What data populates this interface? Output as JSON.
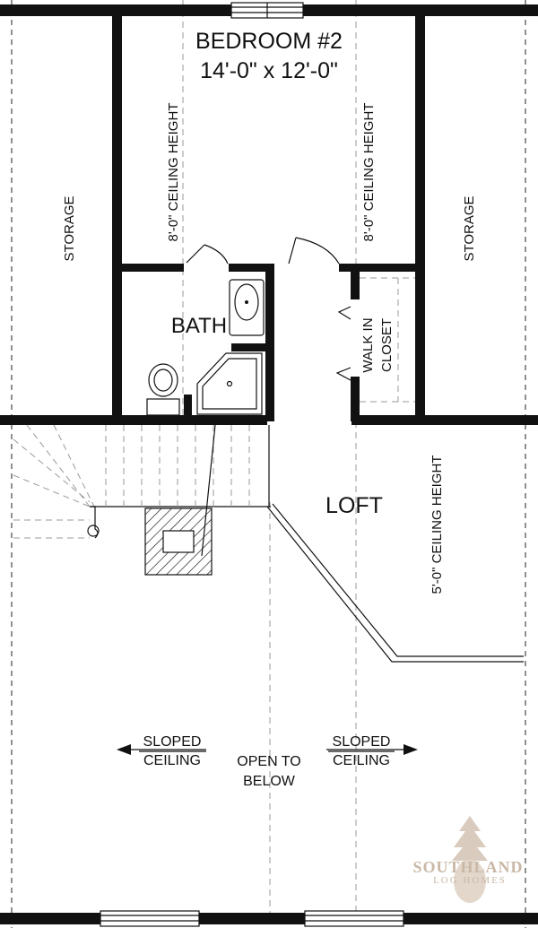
{
  "rooms": {
    "bedroom": {
      "name": "BEDROOM #2",
      "dimensions": "14'-0\" x 12'-0\""
    },
    "bath": "BATH",
    "loft": "LOFT",
    "storage_left": "STORAGE",
    "storage_right": "STORAGE",
    "walk_in_closet": {
      "line1": "WALK IN",
      "line2": "CLOSET"
    }
  },
  "ceiling_notes": {
    "bedroom_left": "8'-0\" CEILING HEIGHT",
    "bedroom_right": "8'-0\" CEILING HEIGHT",
    "loft": "5'-0\" CEILING HEIGHT"
  },
  "open_area": {
    "sloped_left": {
      "line1": "SLOPED",
      "line2": "CEILING"
    },
    "sloped_right": {
      "line1": "SLOPED",
      "line2": "CEILING"
    },
    "open_to_below": {
      "line1": "OPEN TO",
      "line2": "BELOW"
    }
  },
  "watermark": {
    "line1": "SOUTHLAND",
    "line2": "LOG HOMES"
  },
  "colors": {
    "ink": "#111111",
    "watermark": "#c9b8a6"
  }
}
